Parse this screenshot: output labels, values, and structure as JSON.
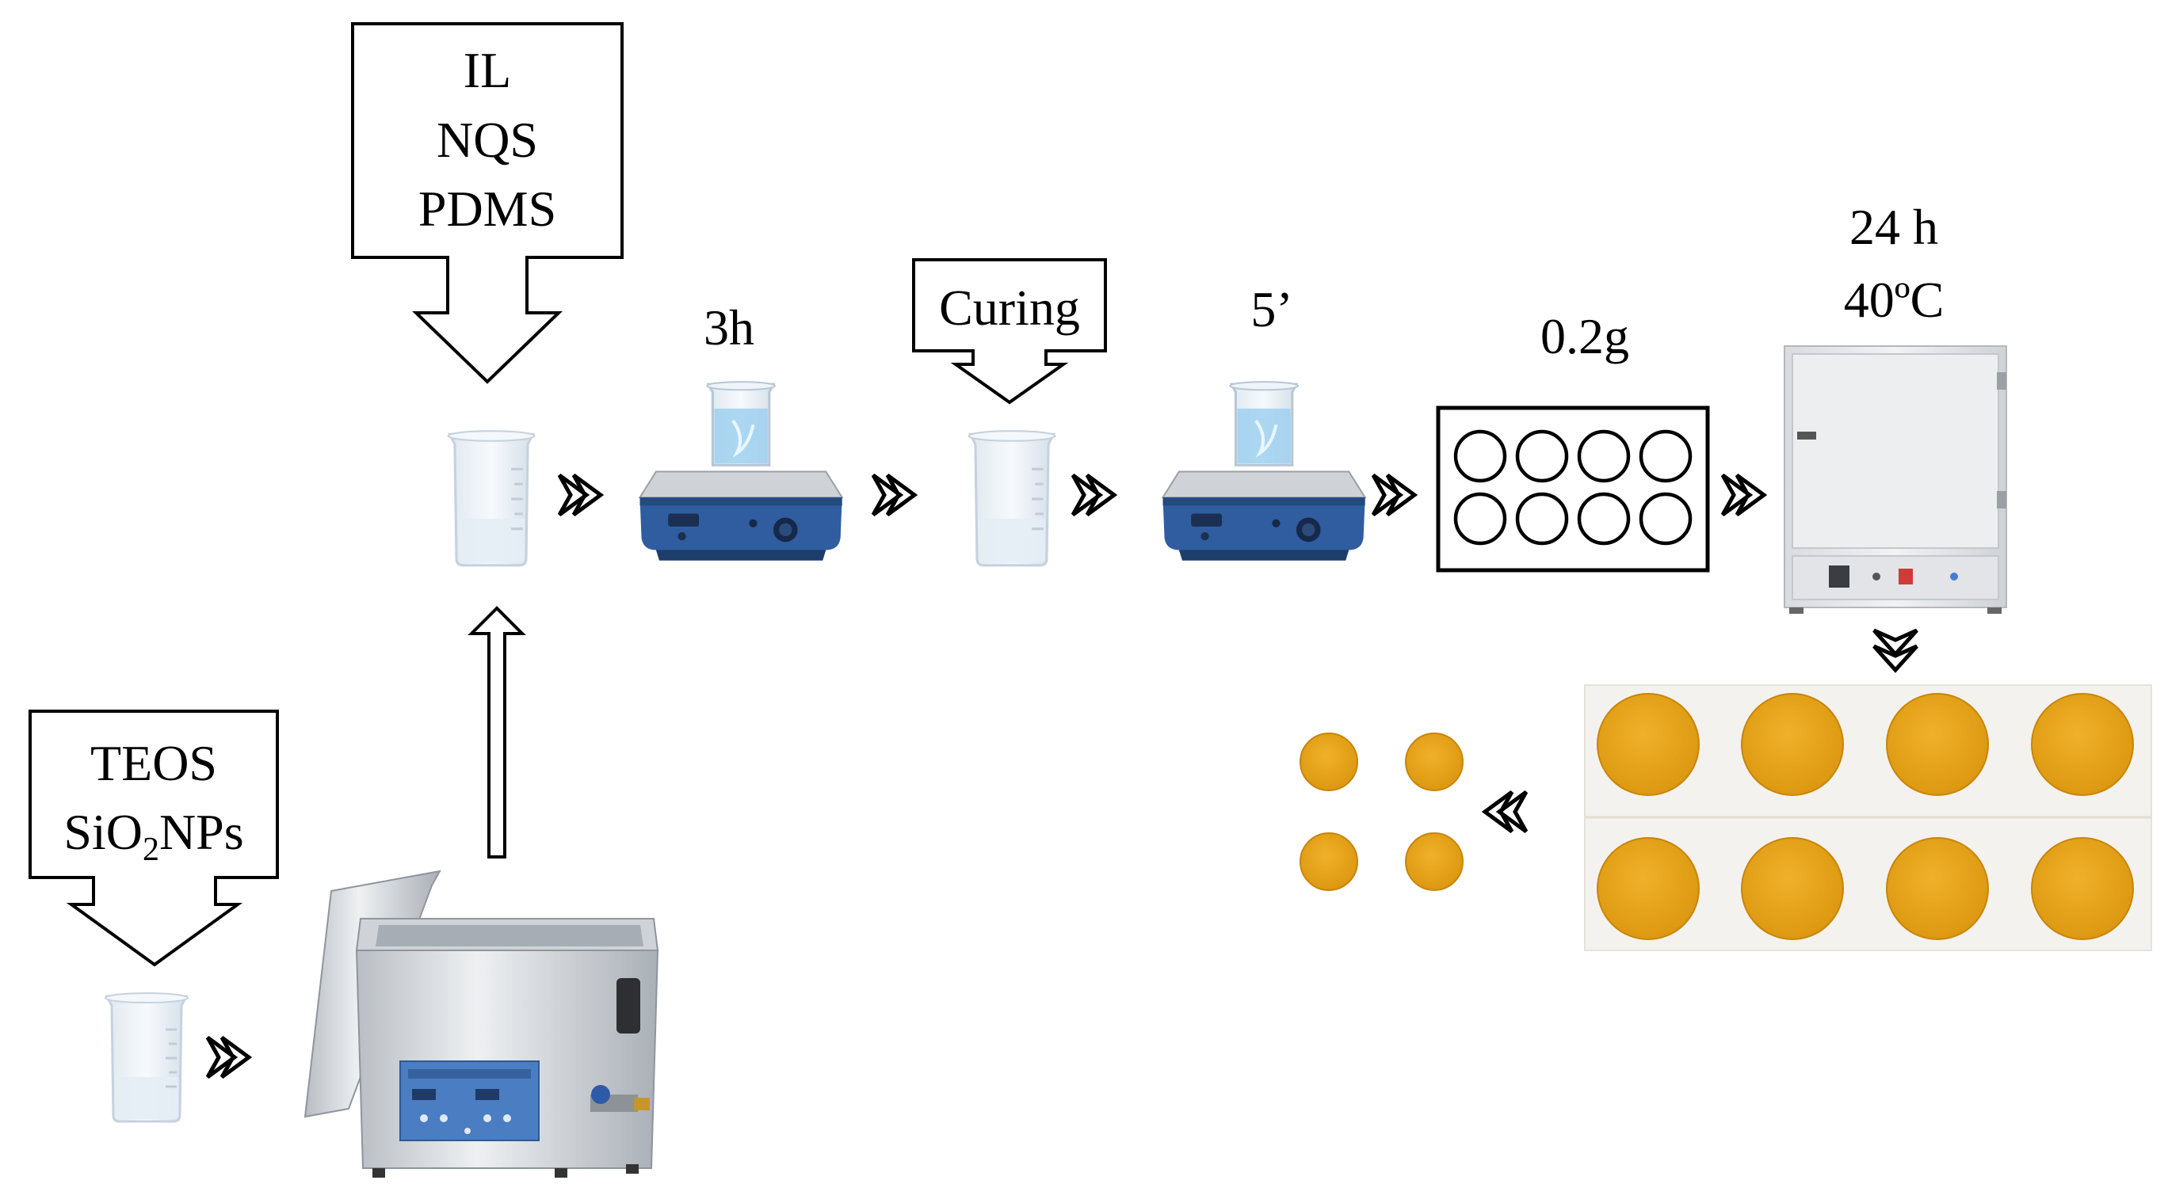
{
  "title": "",
  "labels": {
    "reagents_top": [
      "IL",
      "NQS",
      "PDMS"
    ],
    "reagents_bottom": {
      "line1": "TEOS",
      "line2_pre": "SiO",
      "line2_sub": "2",
      "line2_post": "NPs"
    },
    "stir_time_1": "3h",
    "curing_box": "Curing",
    "stir_time_2": "5’",
    "mass": "0.2g",
    "oven_time": "24 h",
    "oven_temp": "40ºC"
  },
  "colors": {
    "line": "#000000",
    "beaker_glass": "#eef3f8",
    "beaker_liquid": "#e2ecf4",
    "stirrer_body": "#2e5a9c",
    "stirrer_plate": "#c8ccd2",
    "solution_blue": "#8cc3e6",
    "oven_body": "#e6e7ea",
    "film_orange": "#e4a012",
    "film_edge": "#c98508",
    "film_bg": "#f3f1ec",
    "ultrasonic_steel": "#d6d9dd",
    "ultrasonic_panel": "#3f6fb0"
  },
  "icons": {
    "beaker": "beaker-icon",
    "magnetic_stirrer": "magnetic-stirrer-icon",
    "oven": "oven-icon",
    "ultrasonic_bath": "ultrasonic-bath-icon",
    "mould": "mould-icon",
    "films_photo": "films-photo",
    "chevron": "double-chevron-icon"
  }
}
